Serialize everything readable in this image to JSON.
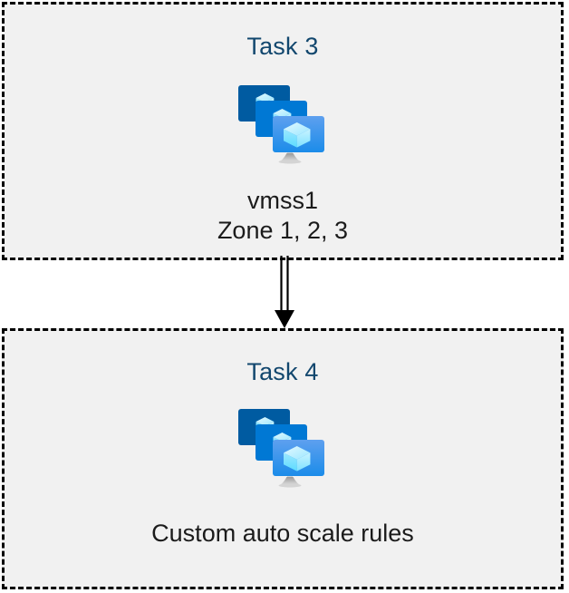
{
  "diagram": {
    "type": "flow",
    "background_color": "#ffffff",
    "box_fill_color": "#f1f1f1",
    "box_border_color": "#000000",
    "box_border_style": "dashed",
    "title_color": "#12476e",
    "caption_color": "#1b1b1b",
    "connector_color": "#000000",
    "nodes": [
      {
        "id": "task3",
        "title": "Task 3",
        "icon": "virtual-machine-scale-set-icon",
        "caption_lines": [
          "vmss1",
          "Zone 1, 2, 3"
        ]
      },
      {
        "id": "task4",
        "title": "Task 4",
        "icon": "virtual-machine-scale-set-icon",
        "caption_lines": [
          "Custom auto scale rules"
        ]
      }
    ],
    "edges": [
      {
        "id": "task3-to-task4",
        "from": "task3",
        "to": "task4",
        "style": "double-line",
        "arrowhead": "filled-triangle",
        "direction": "down"
      }
    ]
  },
  "icon_palette": {
    "monitor_back": "#005ba1",
    "monitor_mid": "#0078d4",
    "monitor_front_top": "#5ea0ef",
    "monitor_front_bottom": "#1b8ce9",
    "cube_light": "#c3f1ff",
    "cube_mid": "#9cebff",
    "cube_dark": "#50e6ff",
    "stand_top": "#9e9e9e",
    "stand_bottom": "#d9d9d9"
  }
}
